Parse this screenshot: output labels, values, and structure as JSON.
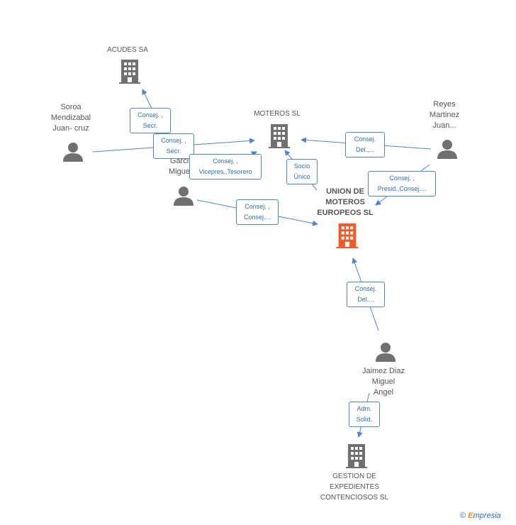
{
  "nodes": {
    "acudes": "ACUDES SA",
    "moteros": "MOTEROS SL",
    "union": [
      "UNION DE",
      "MOTEROS",
      "EUROPEOS SL"
    ],
    "gestion": [
      "GESTION DE",
      "EXPEDIENTES",
      "CONTENCIOSOS SL"
    ],
    "soroa": [
      "Soroa",
      "Mendizabal",
      "Juan- cruz"
    ],
    "reyes": [
      "Reyes",
      "Martinez",
      "Juan..."
    ],
    "garci": [
      "Garci",
      "Migue"
    ],
    "jaimez": [
      "Jaimez Diaz",
      "Miguel",
      "Angel"
    ]
  },
  "edges": {
    "soroa_acudes": [
      "Consej. ,",
      "Secr."
    ],
    "soroa_moteros": [
      "Consej. ,",
      "Secr."
    ],
    "garci_moteros": [
      "Consej. ,",
      "Vicepres.,Tesorero"
    ],
    "garci_union": [
      "Consej. ,",
      "Consej...."
    ],
    "union_moteros": [
      "Socio",
      "Único"
    ],
    "reyes_moteros": [
      "Consej.",
      "Del.,..."
    ],
    "reyes_union": [
      "Consej. ,",
      "Presid.,Consej...."
    ],
    "jaimez_union": [
      "Consej.",
      "Del...."
    ],
    "jaimez_gestion": [
      "Adm.",
      "Solid."
    ]
  },
  "colors": {
    "edge": "#4a86d6",
    "building": "#707070",
    "building_main": "#f05a28",
    "person": "#707070"
  },
  "icons": {
    "company": "building-icon",
    "person": "person-icon"
  },
  "brand": {
    "copyright": "©",
    "e": "E",
    "rest": "mpresia"
  }
}
